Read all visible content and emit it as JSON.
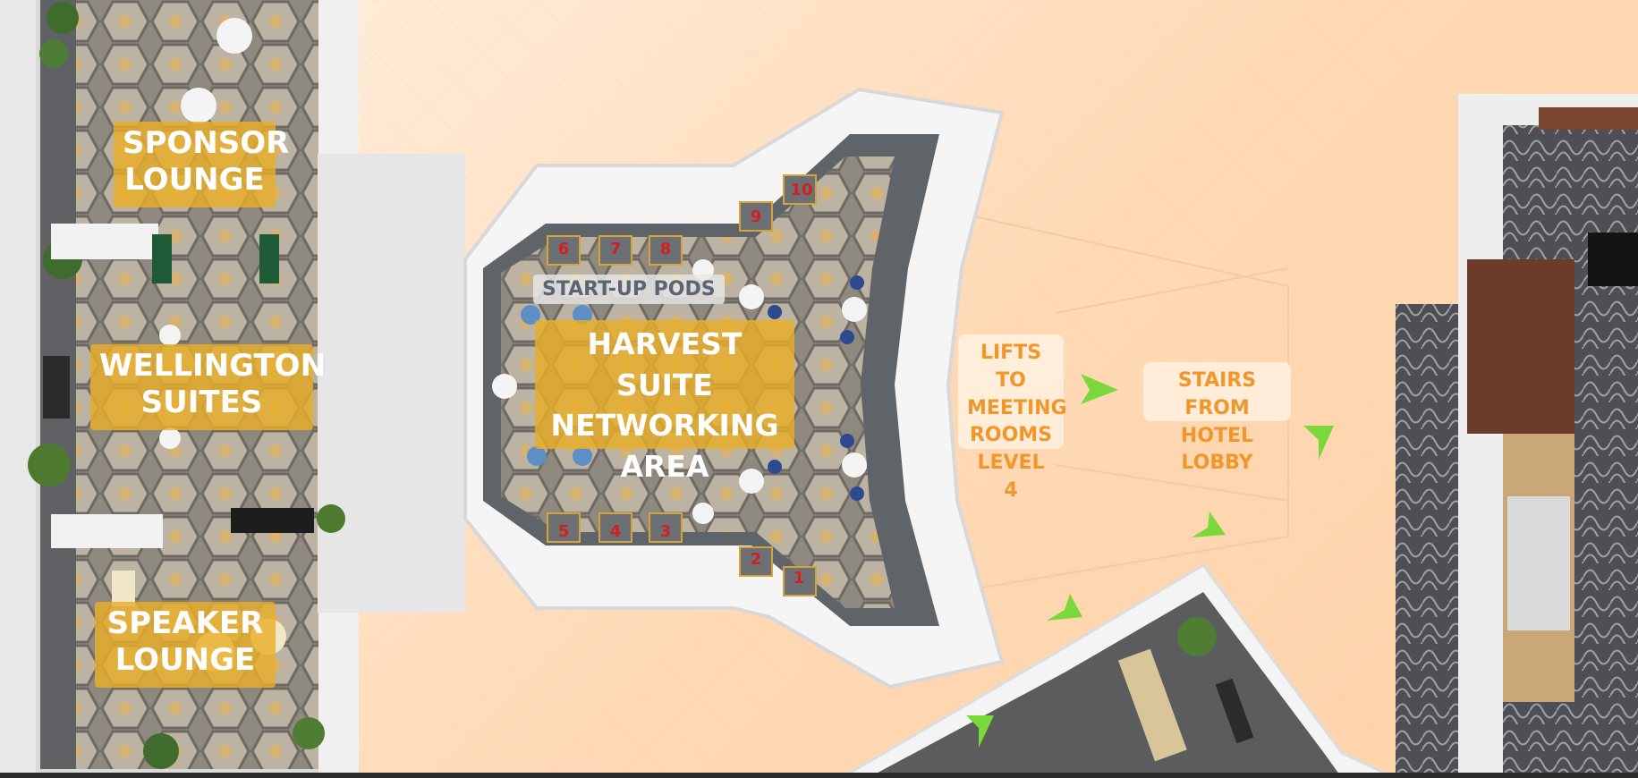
{
  "map": {
    "zones": {
      "sponsor_lounge": "SPONSOR\nLOUNGE",
      "wellington_suites": "WELLINGTON\nSUITES",
      "speaker_lounge": "SPEAKER\nLOUNGE",
      "harvest_suite": "HARVEST SUITE\nNETWORKING\nAREA",
      "startup_pods": "START-UP PODS"
    },
    "wayfinding": {
      "lifts": "LIFTS TO\nMEETING\nROOMS\nLEVEL 4",
      "stairs": "STAIRS FROM\nHOTEL LOBBY"
    },
    "pods": [
      "1",
      "2",
      "3",
      "4",
      "5",
      "6",
      "7",
      "8",
      "9",
      "10"
    ],
    "colors": {
      "label_yellow": "#e9af28",
      "wayfind_orange": "#f0962a",
      "arrow_green": "#7ad83a",
      "pod_red": "#d02020",
      "floor_hex": "#8f8a80",
      "carpet_dark": "#4a4d52"
    }
  }
}
